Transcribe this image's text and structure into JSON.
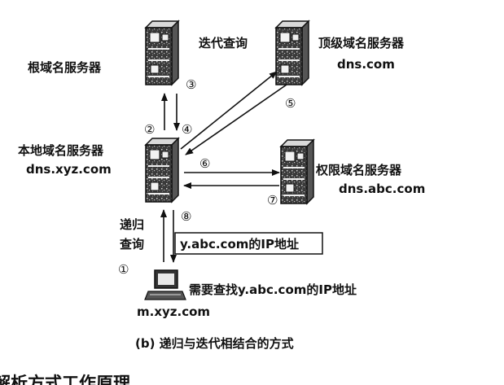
{
  "nodes": {
    "root": {
      "name": "根域名服务器"
    },
    "tld": {
      "name": "顶级域名服务器",
      "domain": "dns.com"
    },
    "local": {
      "name": "本地域名服务器",
      "domain": "dns.xyz.com"
    },
    "auth": {
      "name": "权限域名服务器",
      "domain": "dns.abc.com"
    },
    "host": {
      "domain": "m.xyz.com",
      "task": "需要查找y.abc.com的IP地址"
    }
  },
  "labels": {
    "iterative_query": "迭代查询",
    "recursive_query_line1": "递归",
    "recursive_query_line2": "查询",
    "result_box": "y.abc.com的IP地址"
  },
  "steps": [
    "①",
    "②",
    "③",
    "④",
    "⑤",
    "⑥",
    "⑦",
    "⑧"
  ],
  "caption": "(b) 递归与迭代相结合的方式",
  "partial_bottom_text": "解析方式工作原理",
  "colors": {
    "ink": "#111111",
    "background": "#ffffff"
  }
}
